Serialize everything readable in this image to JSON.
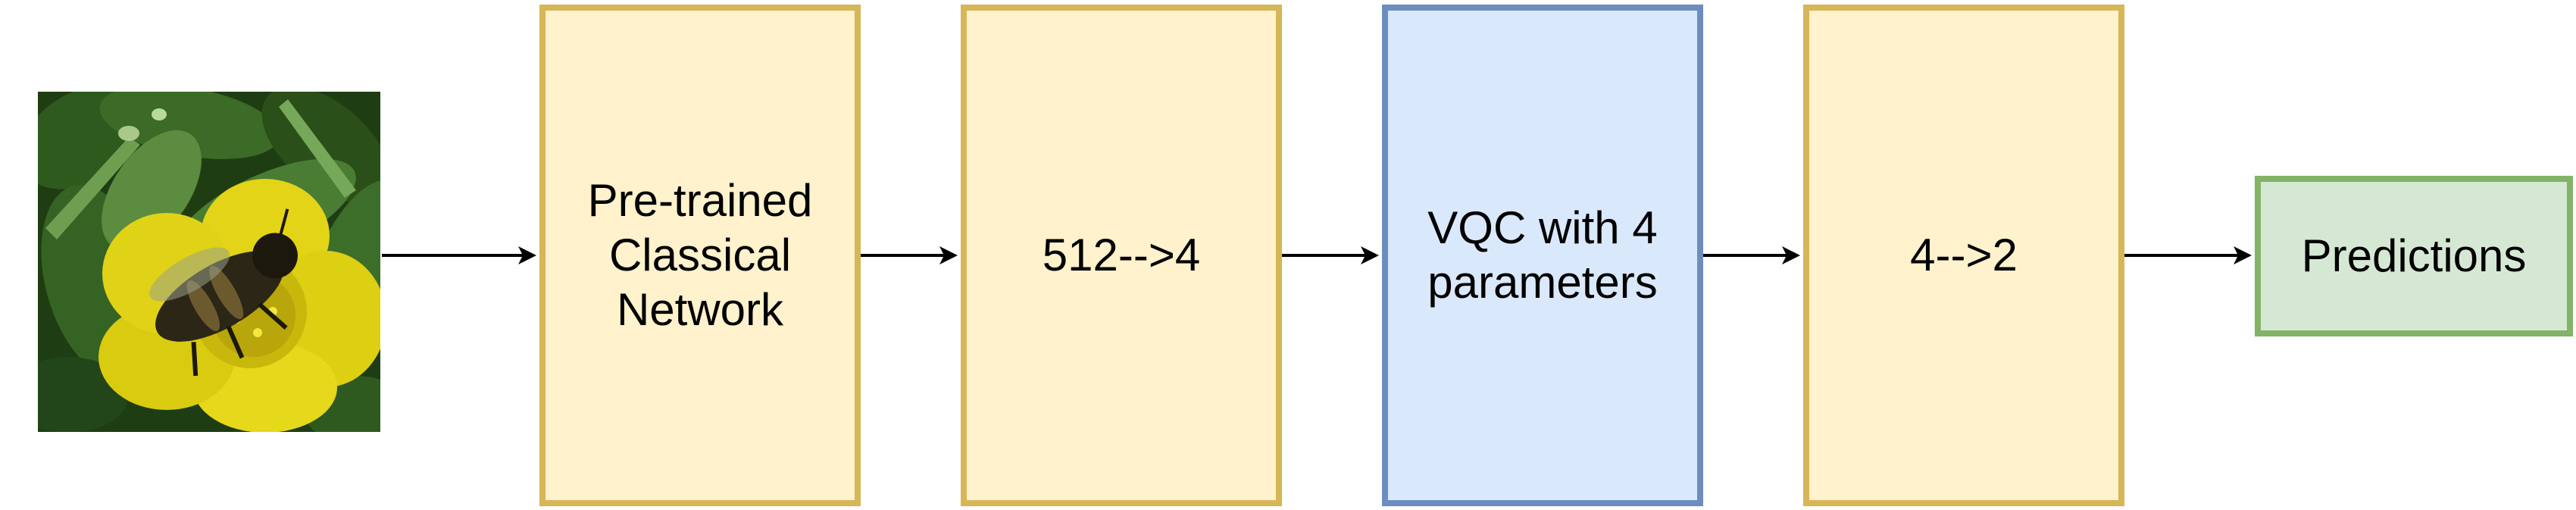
{
  "diagram": {
    "nodes": [
      {
        "id": "classical-net",
        "label": "Pre-trained Classical Network",
        "lines": [
          "Pre-trained",
          "Classical",
          "Network"
        ]
      },
      {
        "id": "reduce-layer",
        "label": "512-->4",
        "lines": [
          "512-->4"
        ]
      },
      {
        "id": "vqc",
        "label": "VQC with 4 parameters",
        "lines": [
          "VQC with 4",
          "parameters"
        ]
      },
      {
        "id": "expand-layer",
        "label": "4-->2",
        "lines": [
          "4-->2"
        ]
      },
      {
        "id": "predictions",
        "label": "Predictions",
        "lines": [
          "Predictions"
        ]
      }
    ],
    "edges": [
      {
        "from": "input-image",
        "to": "classical-net"
      },
      {
        "from": "classical-net",
        "to": "reduce-layer"
      },
      {
        "from": "reduce-layer",
        "to": "vqc"
      },
      {
        "from": "vqc",
        "to": "expand-layer"
      },
      {
        "from": "expand-layer",
        "to": "predictions"
      }
    ],
    "colors": {
      "yellow_fill": "#fff2cc",
      "yellow_stroke": "#d6b656",
      "blue_fill": "#dae8fc",
      "blue_stroke": "#6c8ebf",
      "green_fill": "#d5e8d4",
      "green_stroke": "#82b366",
      "arrow": "#000000"
    },
    "input_image_icons": [
      "yellow-flower",
      "bee"
    ]
  }
}
